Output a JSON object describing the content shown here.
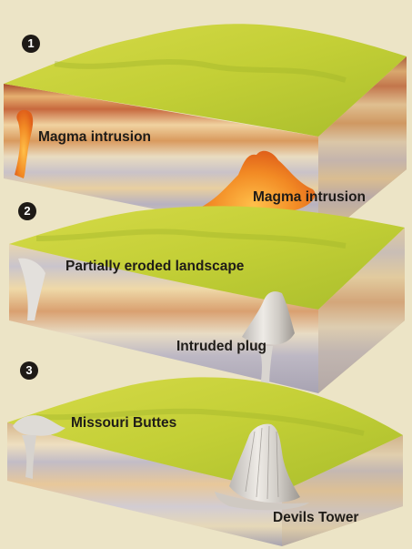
{
  "steps": [
    {
      "number": "1",
      "labels": [
        "Magma intrusion",
        "Magma intrusion"
      ]
    },
    {
      "number": "2",
      "labels": [
        "Partially eroded landscape",
        "Intruded plug"
      ]
    },
    {
      "number": "3",
      "labels": [
        "Missouri Buttes",
        "Devils Tower"
      ]
    }
  ],
  "colors": {
    "background": "#ece4c6",
    "grass": "#c9d23a",
    "grass_dark": "#9fb42a",
    "magma": "#f07a1f",
    "rock": "#d8d4cc",
    "strata_tan": "#e2c08c",
    "strata_brown": "#b8623a",
    "strata_grey": "#b9b6bc"
  },
  "icons": [
    "step-number-badge"
  ]
}
